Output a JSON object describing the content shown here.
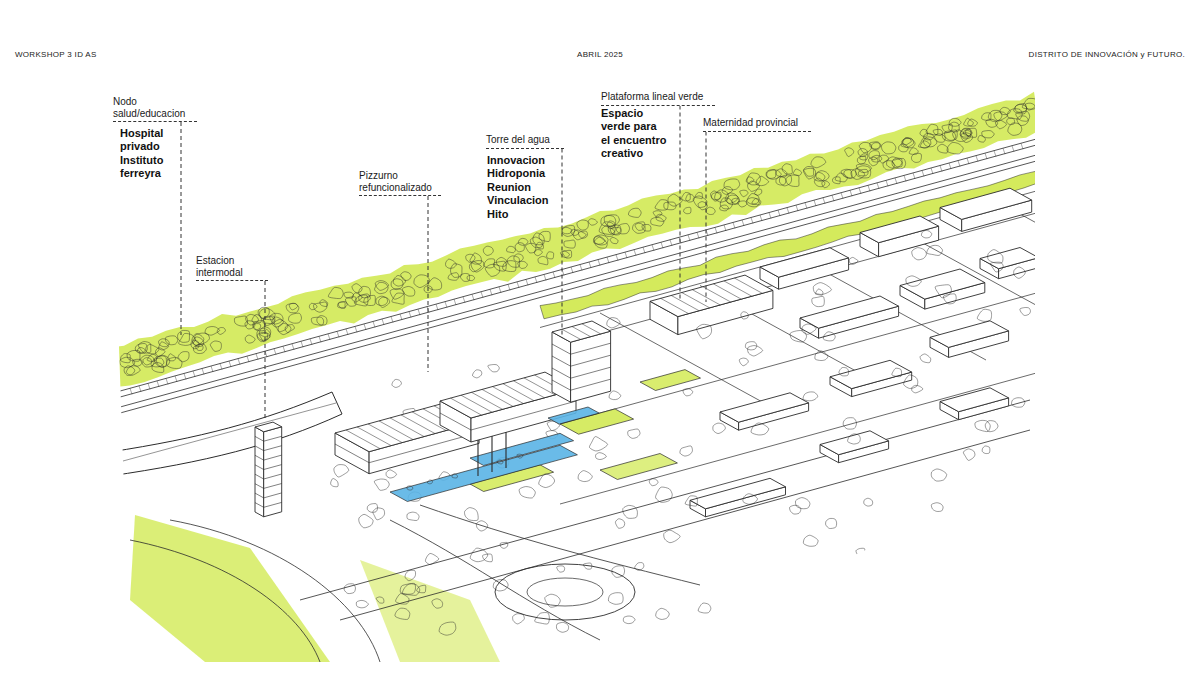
{
  "diagram": {
    "labels": [
      "WORKSHOP 3 ID AS",
      "ABRIL 2025",
      "DISTRITO DE INNOVACIÓN y FUTURO.",
      "Nodo salud/educacion",
      "Hospital privado Instituto ferreyra",
      "Estacion intermodal",
      "Pizzurno refuncionalizado",
      "Torre del agua",
      "Innovacion Hidroponia Reunion Vinculacion Hito",
      "Plataforma lineal verde",
      "Espacio verde para el encuentro creativo",
      "Maternidad provincial"
    ]
  }
}
